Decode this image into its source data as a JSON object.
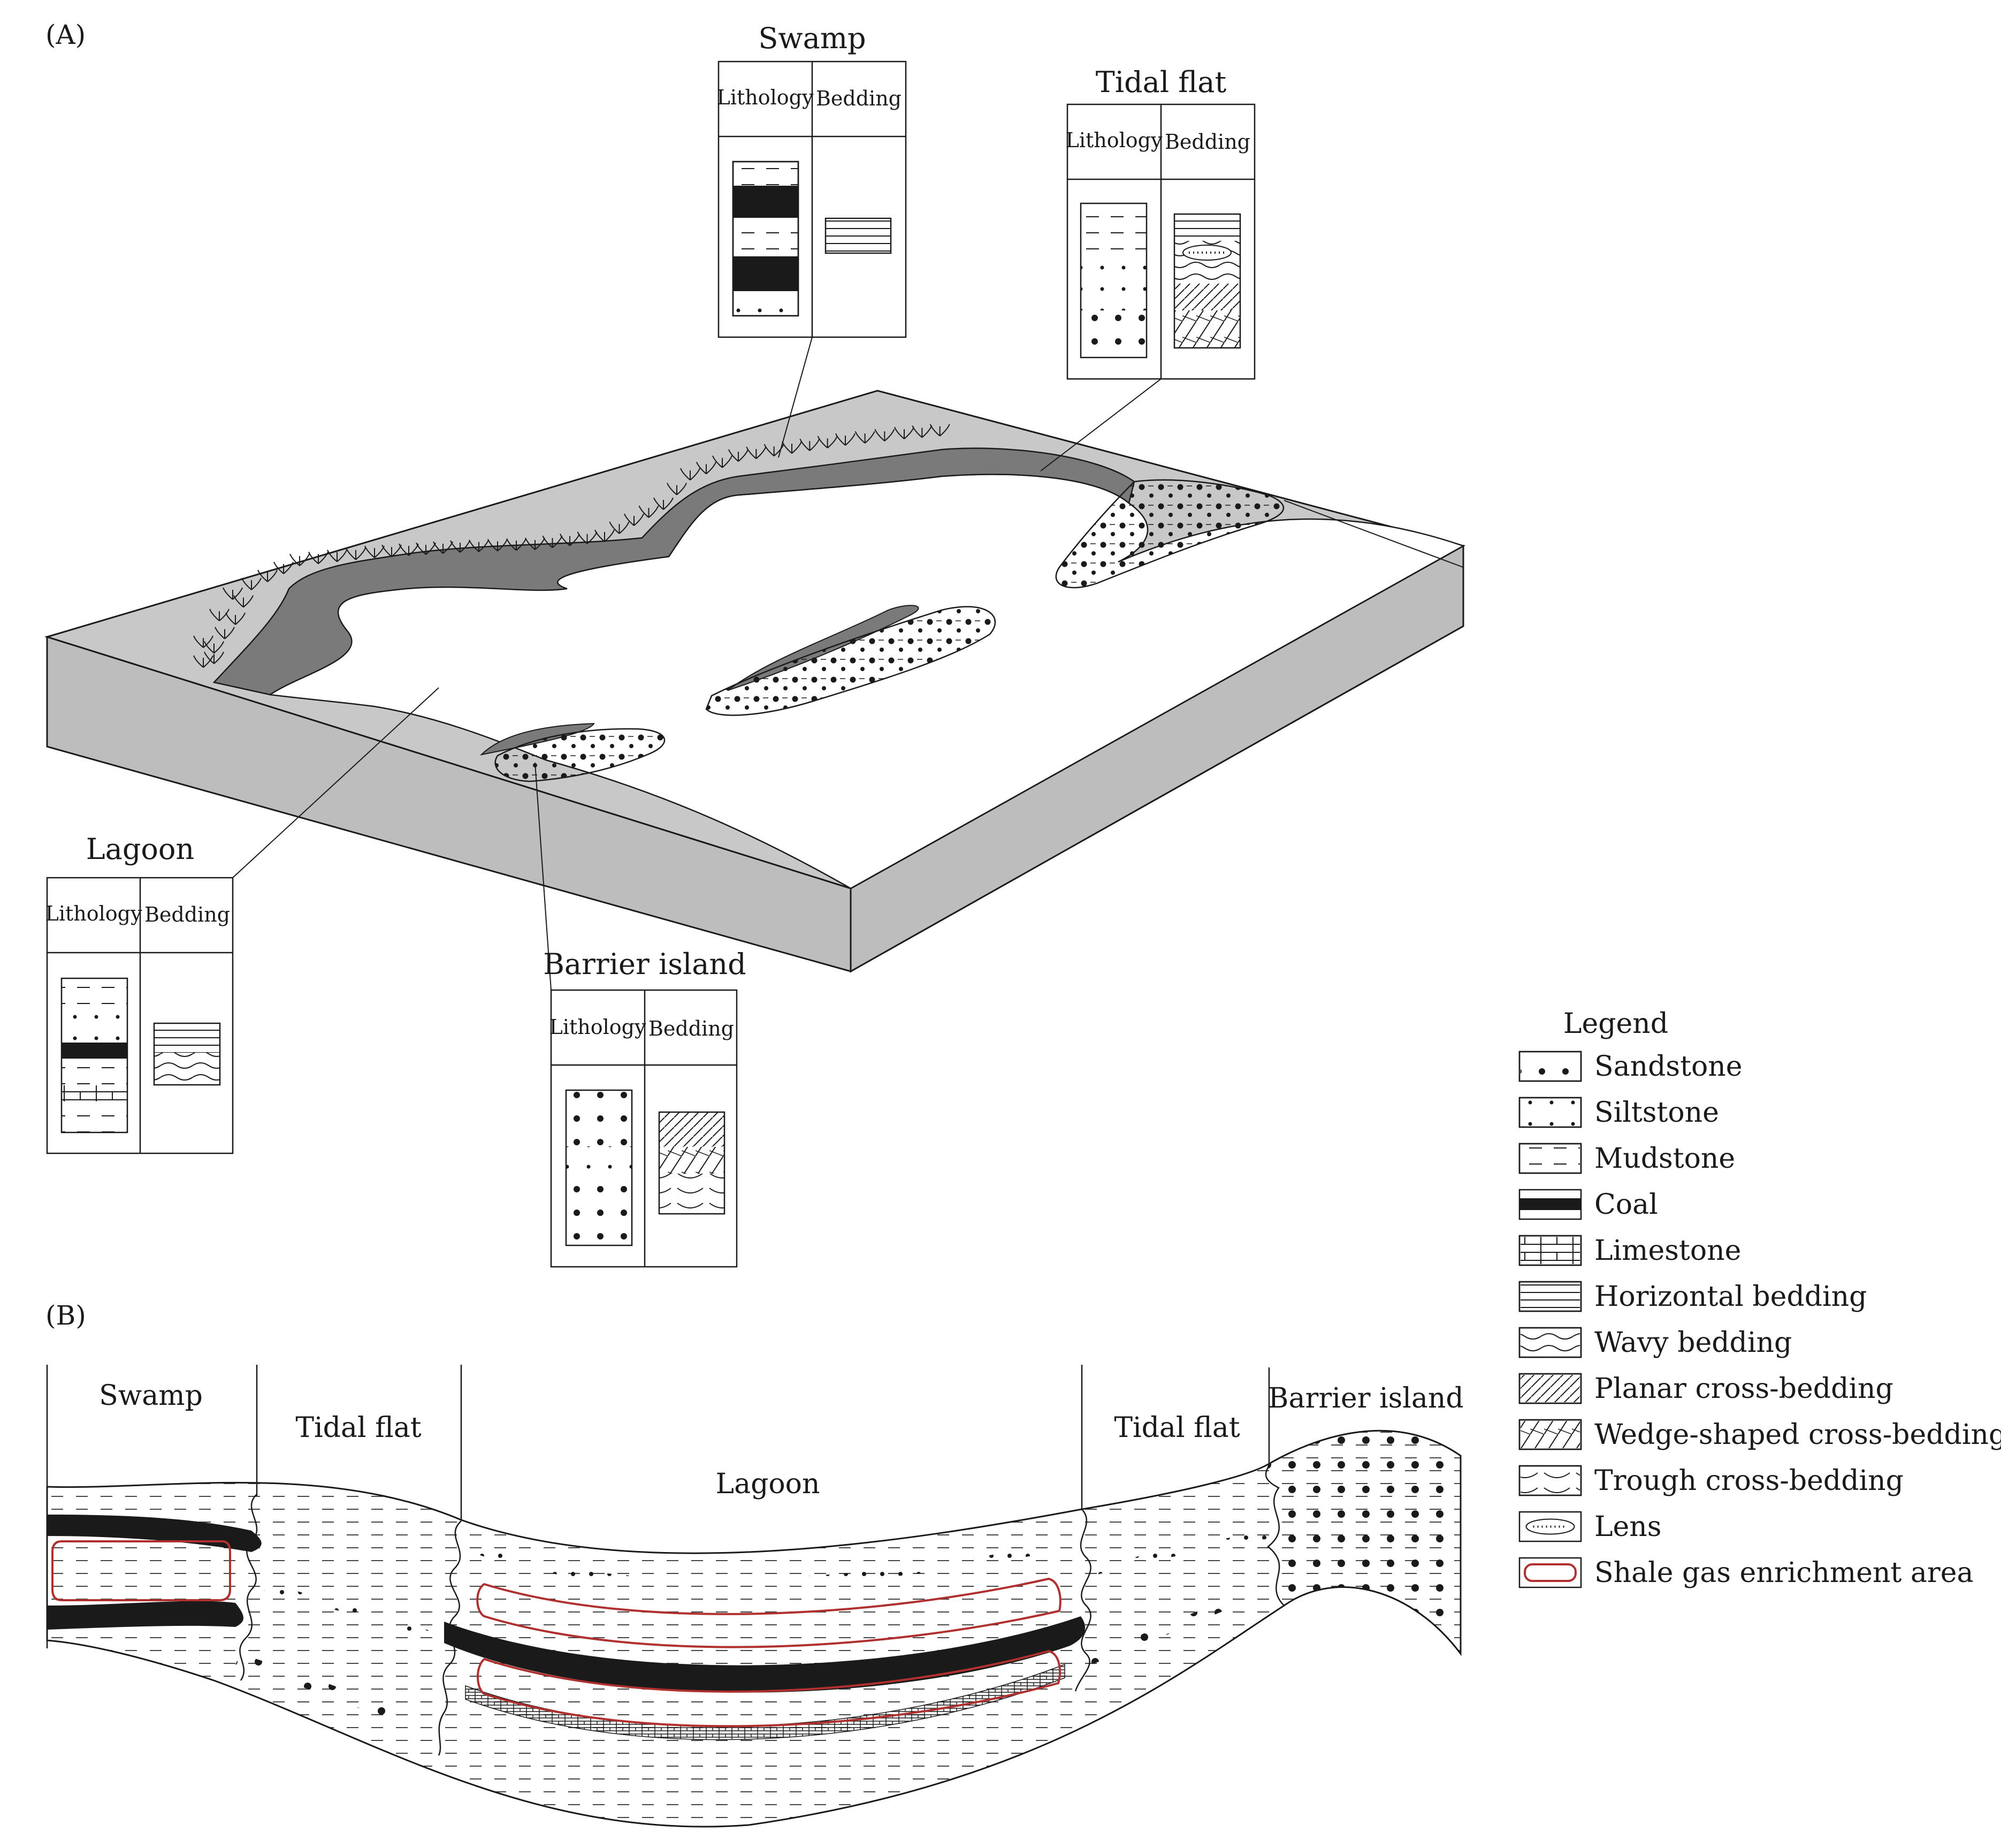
{
  "panels": {
    "a": "(A)",
    "b": "(B)"
  },
  "column_heads": {
    "lithology": "Lithology",
    "bedding": "Bedding"
  },
  "facies_columns": {
    "swamp": {
      "title": "Swamp"
    },
    "tidal_flat": {
      "title": "Tidal flat"
    },
    "lagoon": {
      "title": "Lagoon"
    },
    "barrier_island": {
      "title": "Barrier island"
    }
  },
  "section_zones": [
    "Swamp",
    "Tidal flat",
    "Lagoon",
    "Tidal flat",
    "Barrier island"
  ],
  "legend": {
    "title": "Legend",
    "items": [
      {
        "label": "Sandstone",
        "icon": "sandstone-icon"
      },
      {
        "label": "Siltstone",
        "icon": "siltstone-icon"
      },
      {
        "label": "Mudstone",
        "icon": "mudstone-icon"
      },
      {
        "label": "Coal",
        "icon": "coal-icon"
      },
      {
        "label": "Limestone",
        "icon": "limestone-icon"
      },
      {
        "label": "Horizontal bedding",
        "icon": "horizontal-bedding-icon"
      },
      {
        "label": "Wavy bedding",
        "icon": "wavy-bedding-icon"
      },
      {
        "label": "Planar cross-bedding",
        "icon": "planar-cross-bedding-icon"
      },
      {
        "label": "Wedge-shaped cross-bedding",
        "icon": "wedge-cross-bedding-icon"
      },
      {
        "label": "Trough cross-bedding",
        "icon": "trough-cross-bedding-icon"
      },
      {
        "label": "Lens",
        "icon": "lens-icon"
      },
      {
        "label": "Shale gas enrichment area",
        "icon": "shale-gas-area-icon"
      }
    ]
  },
  "colors": {
    "ink": "#1a1a1a",
    "land": "#c8c8c8",
    "shore": "#7a7a7a",
    "block_side": "#bdbdbd",
    "enrichment_outline": "#b03030"
  }
}
